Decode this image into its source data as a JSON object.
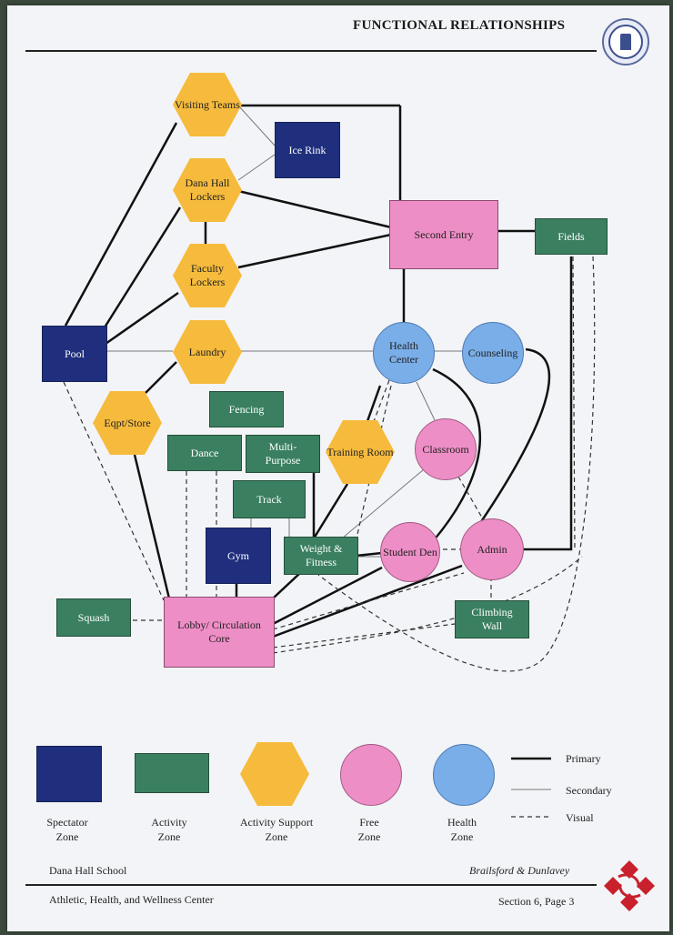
{
  "header": {
    "title": "FUNCTIONAL RELATIONSHIPS"
  },
  "nodes": {
    "visiting_teams": "Visiting Teams",
    "ice_rink": "Ice Rink",
    "dana_hall_lockers": "Dana Hall Lockers",
    "faculty_lockers": "Faculty Lockers",
    "second_entry": "Second Entry",
    "fields": "Fields",
    "pool": "Pool",
    "laundry": "Laundry",
    "health_center": "Health Center",
    "counseling": "Counseling",
    "eqpt_store": "Eqpt/Store",
    "fencing": "Fencing",
    "dance": "Dance",
    "multi_purpose": "Multi- Purpose",
    "training_room": "Training Room",
    "classroom": "Classroom",
    "track": "Track",
    "gym": "Gym",
    "weight_fitness": "Weight & Fitness",
    "student_den": "Student Den",
    "admin": "Admin",
    "squash": "Squash",
    "lobby": "Lobby/ Circulation Core",
    "climbing_wall": "Climbing Wall"
  },
  "legend": {
    "zones": [
      {
        "label": "Spectator Zone",
        "color": "#1f2f7d"
      },
      {
        "label": "Activity Zone",
        "color": "#3a8060"
      },
      {
        "label": "Activity Support Zone",
        "color": "#f6bb3c"
      },
      {
        "label": "Free Zone",
        "color": "#ee8ec6"
      },
      {
        "label": "Health Zone",
        "color": "#7aaee8"
      }
    ],
    "lines": {
      "primary": "Primary",
      "secondary": "Secondary",
      "visual": "Visual"
    }
  },
  "footer": {
    "school": "Dana Hall School",
    "firm": "Brailsford & Dunlavey",
    "project": "Athletic, Health, and Wellness Center",
    "section": "Section 6, Page 3"
  },
  "colors": {
    "spectator": "#1f2f7d",
    "activity": "#3a8060",
    "support": "#f6bb3c",
    "free": "#ee8ec6",
    "health": "#7aaee8",
    "logo": "#c8202c"
  },
  "icons": {
    "seal": "school-seal-icon",
    "logo": "firm-logo-icon"
  }
}
